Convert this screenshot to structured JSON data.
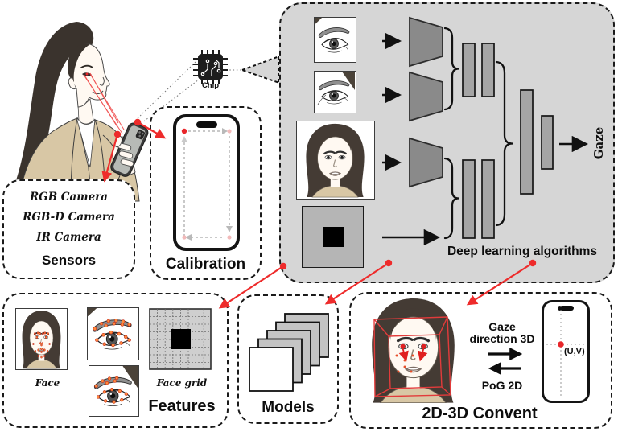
{
  "colors": {
    "accent_red": "#ee2b2b",
    "panel_gray": "#d6d6d6",
    "encoder_gray": "#8a8a8a",
    "bar_gray": "#a5a5a5",
    "landmark_orange": "#ff8a3c"
  },
  "sensors": {
    "items": [
      "RGB Camera",
      "RGB-D Camera",
      "IR Camera"
    ],
    "title": "Sensors"
  },
  "calibration": {
    "title": "Calibration"
  },
  "chip": {
    "label": "Chip"
  },
  "pipeline": {
    "title": "Deep learning algorithms",
    "output_label": "Gaze"
  },
  "features": {
    "face_caption": "Face",
    "grid_caption": "Face grid",
    "title": "Features"
  },
  "models": {
    "title": "Models"
  },
  "convent": {
    "gaze_line1": "Gaze",
    "gaze_line2": "direction 3D",
    "pog_label": "PoG 2D",
    "uv_label": "(U,V)",
    "title": "2D-3D Convent"
  }
}
